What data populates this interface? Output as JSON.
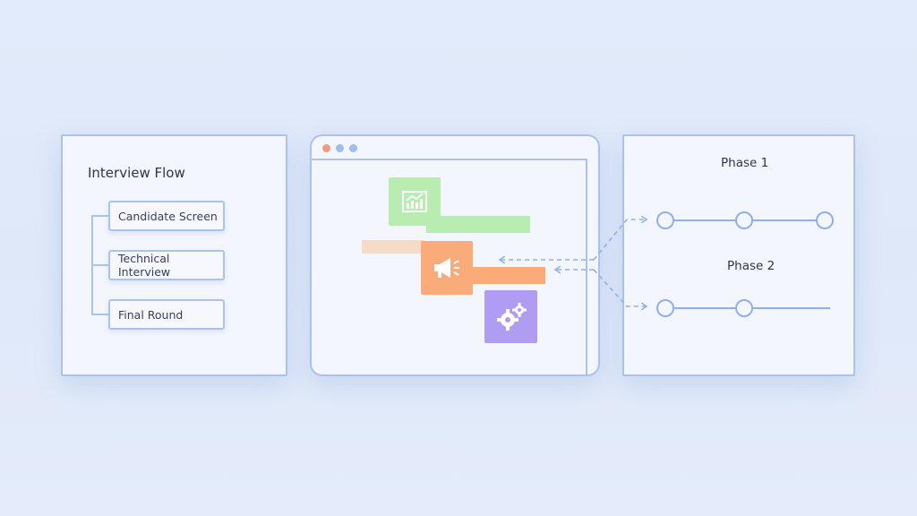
{
  "interview_flow": {
    "title": "Interview Flow",
    "steps": [
      "Candidate Screen",
      "Technical Interview",
      "Final Round"
    ]
  },
  "browser_window": {
    "dot_colors": [
      "#f29a7b",
      "#9fbcee",
      "#9fbcee"
    ],
    "tiles": [
      {
        "icon": "chart-icon",
        "color": "#b8ecb0"
      },
      {
        "icon": "megaphone-icon",
        "color": "#f9ab7a"
      },
      {
        "icon": "gears-icon",
        "color": "#b09cf2"
      }
    ]
  },
  "phases": [
    {
      "label": "Phase 1",
      "nodes": 3
    },
    {
      "label": "Phase 2",
      "nodes": 2
    }
  ],
  "colors": {
    "accent": "#a9c3ee",
    "connector": "#8fb0ea",
    "green": "#b8ecb0",
    "orange": "#f9ab7a",
    "peach": "#f6dcc8",
    "purple": "#b09cf2"
  }
}
